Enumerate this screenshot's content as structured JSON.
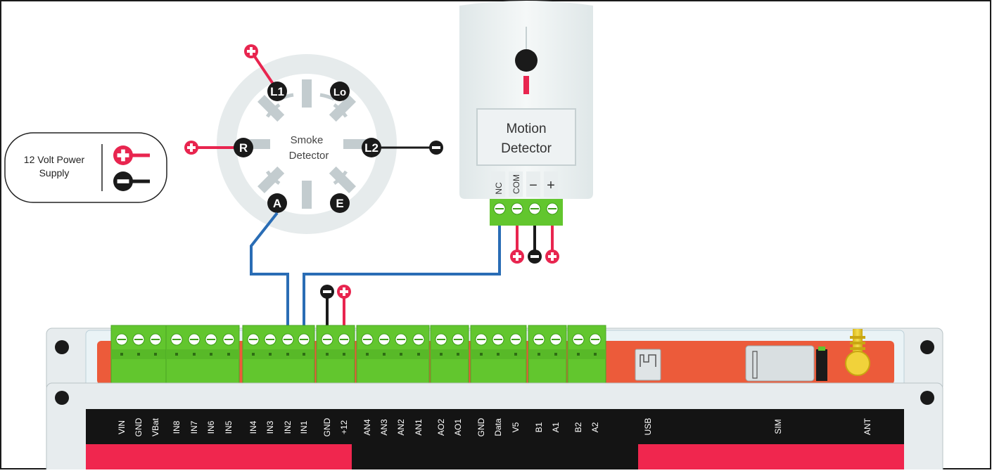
{
  "power_supply": {
    "label_line1": "12 Volt Power",
    "label_line2": "Supply"
  },
  "smoke_detector": {
    "title_line1": "Smoke",
    "title_line2": "Detector",
    "terminals": {
      "l1": "L1",
      "lo": "Lo",
      "r": "R",
      "l2": "L2",
      "a": "A",
      "e": "E"
    }
  },
  "motion_detector": {
    "title_line1": "Motion",
    "title_line2": "Detector",
    "terminals": {
      "nc": "NC",
      "com": "COM",
      "minus": "−",
      "plus": "+"
    }
  },
  "controller": {
    "pins": [
      "VIN",
      "GND",
      "VBat",
      "IN8",
      "IN7",
      "IN6",
      "IN5",
      "IN4",
      "IN3",
      "IN2",
      "IN1",
      "GND",
      "+12",
      "AN4",
      "AN3",
      "AN2",
      "AN1",
      "AO2",
      "AO1",
      "GND",
      "Data",
      "V5",
      "B1",
      "A1",
      "B2",
      "A2"
    ],
    "usb_label": "USB",
    "sim_label": "SIM",
    "ant_label": "ANT"
  },
  "colors": {
    "positive": "#e8254f",
    "negative": "#1a1a1a",
    "signal_wire": "#2a6db5",
    "terminal_green": "#62c62e",
    "board_red": "#ec5b3a",
    "label_strip_red": "#f0264e"
  }
}
